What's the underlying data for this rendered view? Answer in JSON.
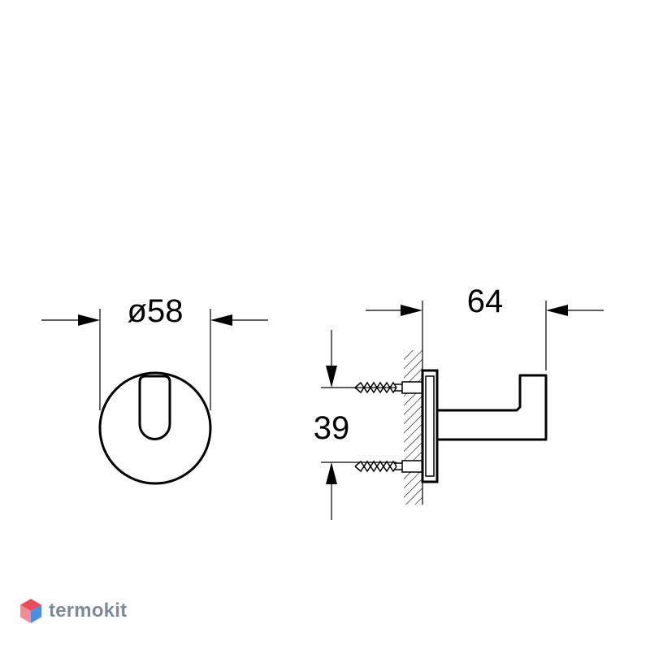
{
  "dimensions": {
    "diameter_label": "ø58",
    "length_label": "64",
    "height_label": "39"
  },
  "watermark": {
    "brand_text": "termokit"
  },
  "colors": {
    "line": "#000000",
    "hatch": "#000000",
    "logo_red": "#e94b59",
    "logo_blue": "#4a8fe3",
    "logo_text": "#7e8a96"
  }
}
